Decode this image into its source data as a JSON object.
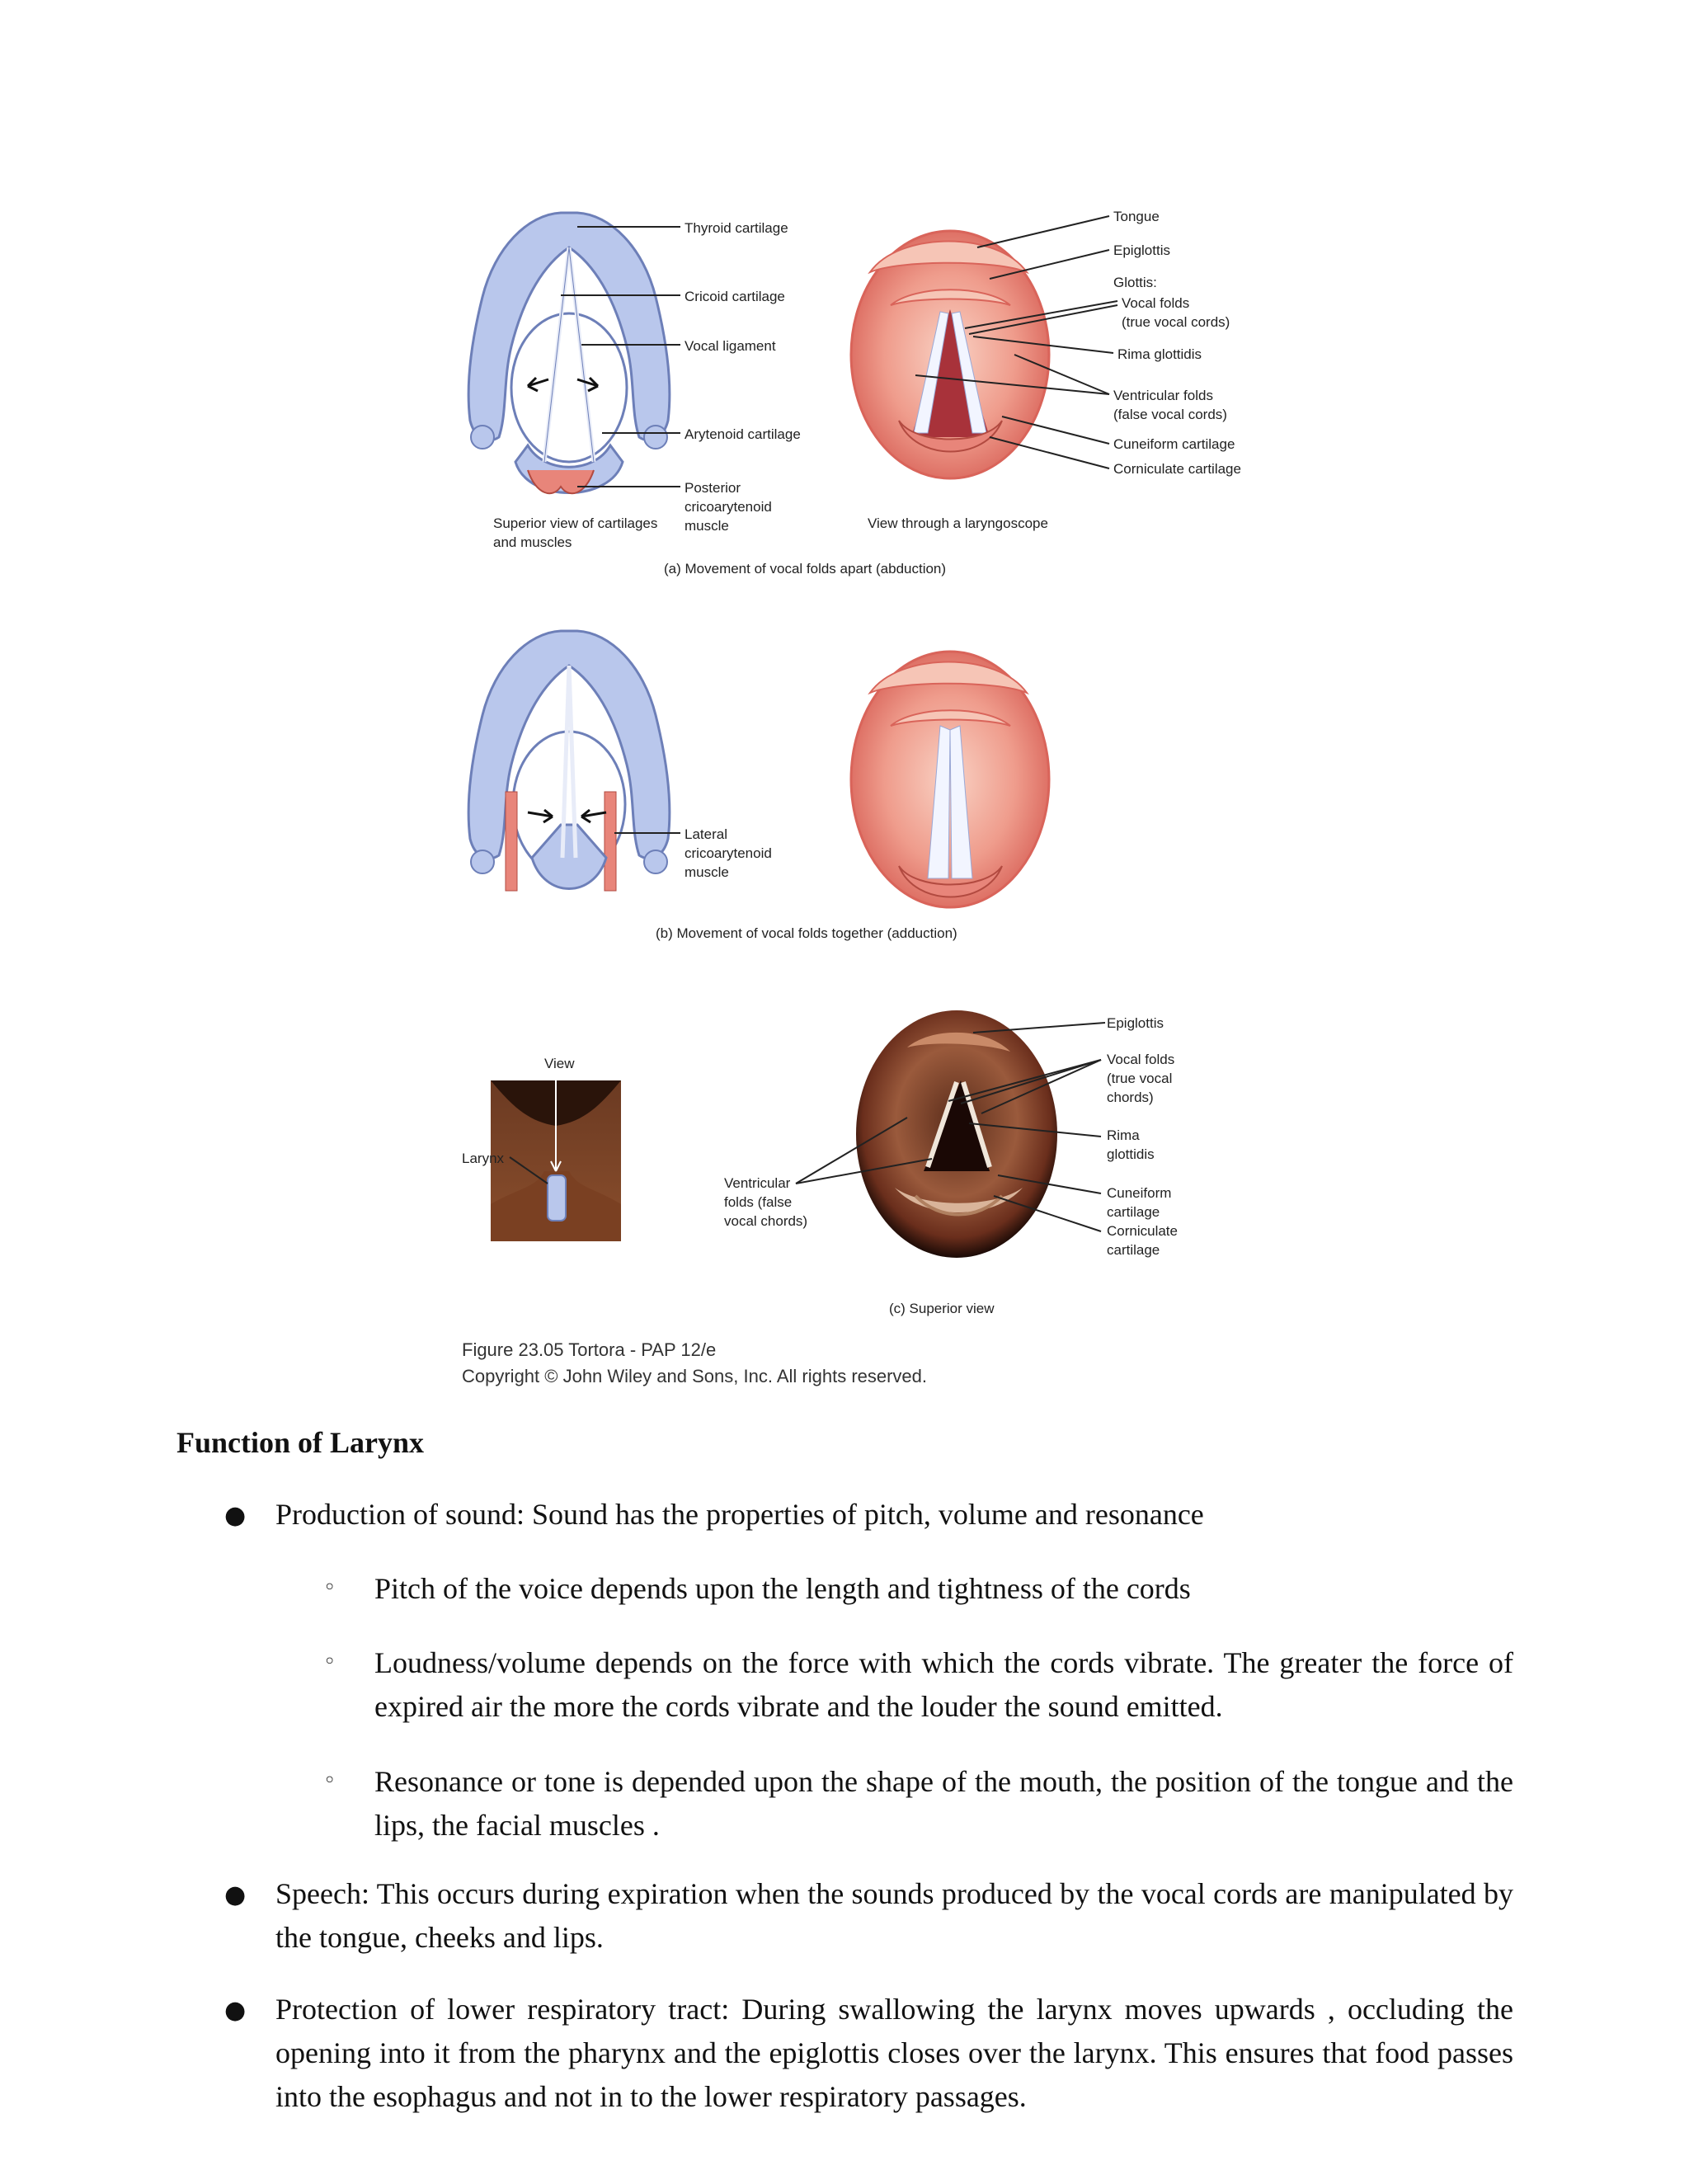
{
  "figure": {
    "panel_a": {
      "labels_left": [
        "Thyroid cartilage",
        "Cricoid cartilage",
        "Vocal ligament",
        "Arytenoid cartilage",
        "Posterior",
        "cricoarytenoid",
        "muscle"
      ],
      "caption_left": [
        "Superior view of cartilages",
        "and muscles"
      ],
      "caption_right": "View through a laryngoscope",
      "labels_right": [
        "Tongue",
        "Epiglottis",
        "Glottis:",
        "Vocal folds",
        "(true vocal cords)",
        "Rima glottidis",
        "Ventricular folds",
        "(false vocal cords)",
        "Cuneiform cartilage",
        "Corniculate cartilage"
      ],
      "caption": "(a) Movement of vocal folds apart (abduction)"
    },
    "panel_b": {
      "labels": [
        "Lateral",
        "cricoarytenoid",
        "muscle"
      ],
      "caption": "(b) Movement of vocal folds together (adduction)"
    },
    "panel_c": {
      "view_label": "View",
      "larynx_label": "Larynx",
      "labels_left": [
        "Ventricular",
        "folds (false",
        "vocal chords)"
      ],
      "labels_right": [
        "Epiglottis",
        "Vocal folds",
        "(true vocal",
        "chords)",
        "Rima",
        "glottidis",
        "Cuneiform",
        "cartilage",
        "Corniculate",
        "cartilage"
      ],
      "caption": "(c) Superior view"
    },
    "credit_line1": "Figure 23.05  Tortora - PAP 12/e",
    "credit_line2": "Copyright © John Wiley and Sons, Inc. All rights reserved."
  },
  "section": {
    "heading": "Function of Larynx",
    "bullet_glyph": "●",
    "sub_bullet_glyph": "◦",
    "items": [
      "Production of sound: Sound has the properties of pitch, volume and resonance",
      "Speech: This occurs during expiration when the sounds produced by the vocal cords are manipulated by the tongue, cheeks and lips.",
      "Protection of lower respiratory tract: During swallowing the larynx moves upwards , occluding the opening into it from the pharynx and the epiglottis closes over the larynx. This ensures that food passes into the esophagus and not in to the lower respiratory passages."
    ],
    "sub_items": [
      "Pitch of the voice depends upon the length and tightness of the cords",
      "Loudness/volume  depends on the force with which the cords vibrate. The greater the force of expired air the more the cords vibrate and the louder the sound emitted.",
      "Resonance or tone is depended upon the shape of the mouth, the position of the tongue and the lips, the facial muscles ."
    ]
  },
  "colors": {
    "cartilage": "#b9c7ec",
    "cartilage_edge": "#6d7fb8",
    "tissue": "#e8857a",
    "tissue_light": "#f6c5b6",
    "fold": "#f2f5ff",
    "photo_dark": "#3a1a10"
  }
}
